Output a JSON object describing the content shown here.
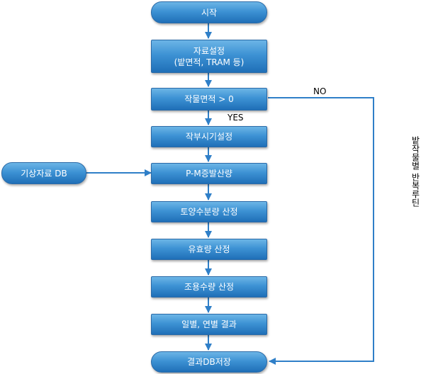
{
  "nodes": {
    "start": "시작",
    "data_setup_line1": "자료설정",
    "data_setup_line2": "(밭면적, TRAM 등)",
    "decision": "작물면적 > 0",
    "crop_time": "작부시기설정",
    "pm_evap": "P-M증발산량",
    "soil_water": "토양수분량 산정",
    "effective_rain": "유효량 산정",
    "water_demand": "조용수량 산정",
    "results": "일별, 연별 결과",
    "save_db": "결과DB저장",
    "weather_db": "기상자료 DB"
  },
  "labels": {
    "yes": "YES",
    "no": "NO",
    "loop": "밭작물별 반복루틴"
  },
  "colors": {
    "box_top": "#6cb5e6",
    "box_bottom": "#1f6fb7",
    "line": "#2f7fc8"
  }
}
